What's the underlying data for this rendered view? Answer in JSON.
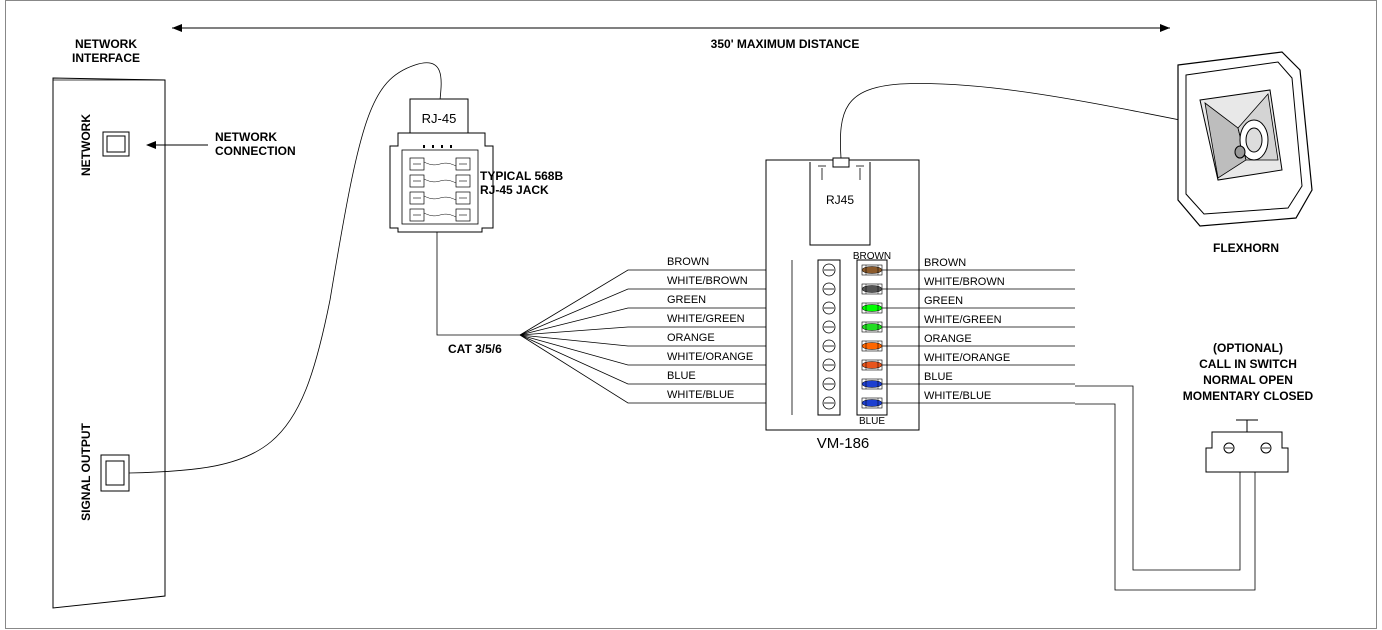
{
  "distance": {
    "label": "350' MAXIMUM DISTANCE"
  },
  "network_interface": {
    "title_line1": "NETWORK",
    "title_line2": "INTERFACE",
    "network_port_label": "NETWORK",
    "signal_port_label": "SIGNAL OUTPUT"
  },
  "network_connection": {
    "line1": "NETWORK",
    "line2": "CONNECTION"
  },
  "jack": {
    "plug_label": "RJ-45",
    "title_line1": "TYPICAL 568B",
    "title_line2": "RJ-45 JACK"
  },
  "cable": {
    "label": "CAT 3/5/6"
  },
  "vm186": {
    "name": "VM-186",
    "rj45_label": "RJ45",
    "top_label": "BROWN",
    "bottom_label": "BLUE"
  },
  "wires": [
    {
      "label": "BROWN",
      "color": "#8b5a2b"
    },
    {
      "label": "WHITE/BROWN",
      "color": "#555555"
    },
    {
      "label": "GREEN",
      "color": "#00ff00"
    },
    {
      "label": "WHITE/GREEN",
      "color": "#22dd22"
    },
    {
      "label": "ORANGE",
      "color": "#ff6600"
    },
    {
      "label": "WHITE/ORANGE",
      "color": "#e8541c"
    },
    {
      "label": "BLUE",
      "color": "#1d3fd0"
    },
    {
      "label": "WHITE/BLUE",
      "color": "#1d3fd0"
    }
  ],
  "flexhorn": {
    "label": "FLEXHORN"
  },
  "call_switch": {
    "line1": "(OPTIONAL)",
    "line2": "CALL IN SWITCH",
    "line3": "NORMAL OPEN",
    "line4": "MOMENTARY CLOSED"
  }
}
